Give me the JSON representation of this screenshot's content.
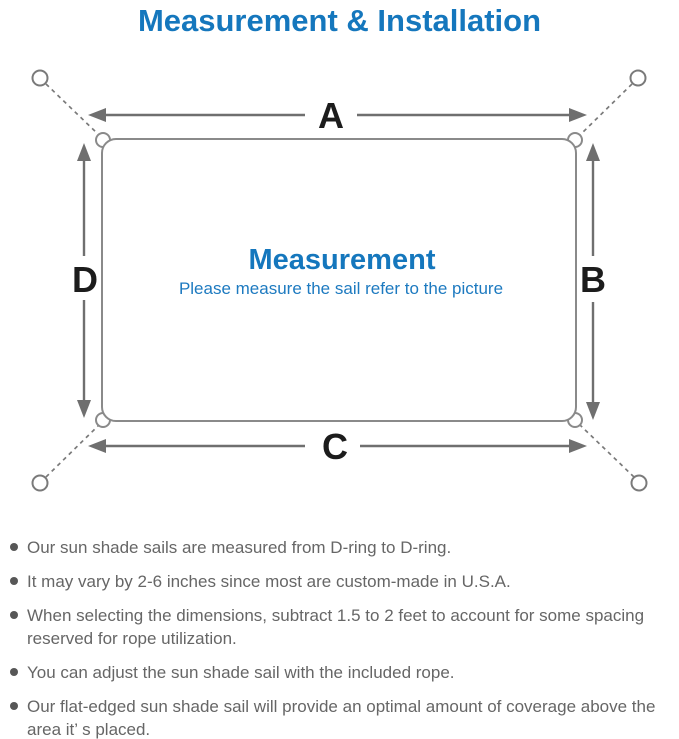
{
  "title": "Measurement & Installation",
  "diagram": {
    "labels": {
      "top": "A",
      "right": "B",
      "bottom": "C",
      "left": "D"
    },
    "center_title": "Measurement",
    "center_subtitle": "Please measure the sail refer to the picture"
  },
  "colors": {
    "accent_blue": "#1577bd",
    "outline_gray": "#8a8a8a",
    "arrow_gray": "#6f6f6f",
    "tether_gray": "#7a7a7a",
    "label_black": "#1c1c1c",
    "note_text_gray": "#666666"
  },
  "bullets": [
    "Our sun shade sails are measured from D-ring to D-ring.",
    "It may vary by 2-6 inches since most are custom-made in U.S.A.",
    "When selecting the dimensions, subtract 1.5 to 2 feet to account for some spacing reserved for rope utilization.",
    "You can adjust the sun shade sail with the included rope.",
    "Our flat-edged sun shade sail will provide an optimal amount of coverage above the area it’ s placed."
  ]
}
